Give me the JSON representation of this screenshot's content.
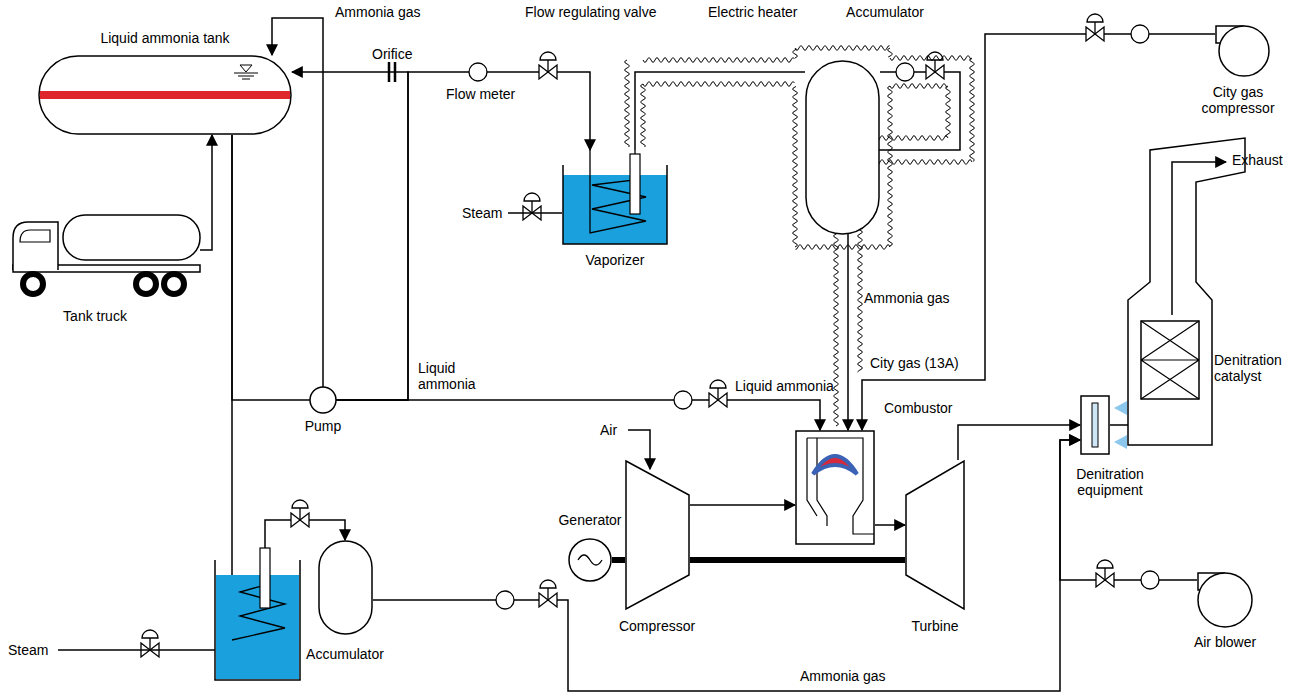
{
  "diagram": {
    "nodes": [
      {
        "text": [
          "Liquid ammonia tank"
        ]
      },
      {
        "text": [
          "Tank truck"
        ]
      },
      {
        "text": [
          "Pump"
        ]
      },
      {
        "text": [
          "Vaporizer"
        ]
      },
      {
        "text": [
          "Accumulator"
        ]
      },
      {
        "text": [
          "Combustor"
        ]
      },
      {
        "text": [
          "Compressor"
        ]
      },
      {
        "text": [
          "Turbine"
        ]
      },
      {
        "text": [
          "Generator"
        ]
      },
      {
        "text": [
          "City gas compressor"
        ]
      },
      {
        "text": [
          "Denitration equipment"
        ]
      },
      {
        "text": [
          "Denitration catalyst"
        ]
      },
      {
        "text": [
          "Air blower"
        ]
      },
      {
        "text": [
          "Accumulator"
        ]
      }
    ],
    "edges": [
      {
        "from": 1,
        "to": 0,
        "arrow": "to"
      },
      {
        "from": 0,
        "to": 2,
        "arrow": "none"
      },
      {
        "from": 2,
        "to": 0,
        "arrow": "to"
      },
      {
        "from": 2,
        "to": 0,
        "arrow": "to"
      },
      {
        "from": 2,
        "to": 3,
        "arrow": "to"
      },
      {
        "from": 3,
        "to": 4,
        "arrow": "none"
      },
      {
        "from": 4,
        "to": 5,
        "arrow": "to"
      },
      {
        "from": 2,
        "to": 5,
        "arrow": "to"
      },
      {
        "from": 9,
        "to": 5,
        "arrow": "to"
      },
      {
        "from": 6,
        "to": 5,
        "arrow": "to"
      },
      {
        "from": 5,
        "to": 7,
        "arrow": "to"
      },
      {
        "from": 7,
        "to": 10,
        "arrow": "to"
      },
      {
        "from": 10,
        "to": 11,
        "arrow": "to"
      },
      {
        "from": 0,
        "to": 13,
        "arrow": "to"
      },
      {
        "from": 13,
        "to": 10,
        "arrow": "to"
      },
      {
        "from": 12,
        "to": 10,
        "arrow": "to"
      },
      {
        "from": 8,
        "to": 6,
        "arrow": "none"
      },
      {
        "from": 6,
        "to": 7,
        "arrow": "none"
      }
    ],
    "labels": [
      "Ammonia gas",
      "Orifice",
      "Flow meter",
      "Flow regulating valve",
      "Electric heater",
      "Steam",
      "Ammonia gas",
      "Liquid ammonia",
      "Liquid ammonia",
      "City gas (13A)",
      "Air",
      "Exhaust",
      "Steam",
      "Ammonia gas"
    ]
  }
}
